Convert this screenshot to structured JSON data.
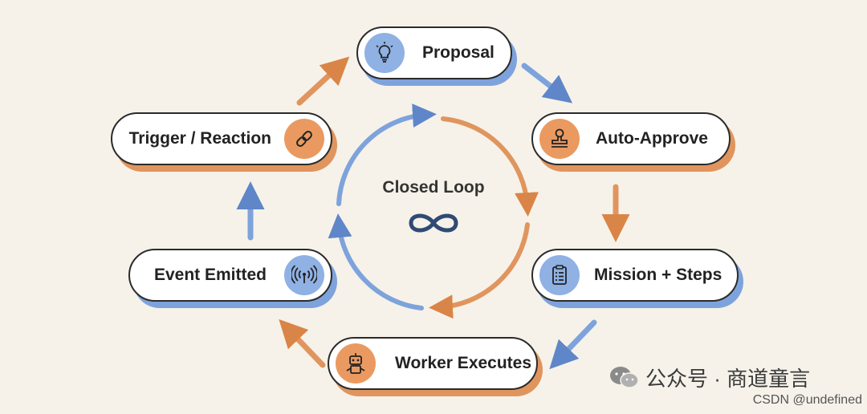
{
  "diagram": {
    "center_label": "Closed Loop",
    "center_icon": "infinity-icon",
    "nodes": [
      {
        "label": "Proposal",
        "icon": "lightbulb-icon",
        "color": "#8fb1e3"
      },
      {
        "label": "Auto-Approve",
        "icon": "stamp-icon",
        "color": "#ea9a60"
      },
      {
        "label": "Mission + Steps",
        "icon": "clipboard-checklist-icon",
        "color": "#8fb1e3"
      },
      {
        "label": "Worker Executes",
        "icon": "robot-icon",
        "color": "#ea9a60"
      },
      {
        "label": "Event Emitted",
        "icon": "broadcast-signal-icon",
        "color": "#8fb1e3"
      },
      {
        "label": "Trigger / Reaction",
        "icon": "link-chain-icon",
        "color": "#ea9a60"
      }
    ],
    "colors": {
      "blue": "#7ea3dc",
      "orange": "#e0955e",
      "background": "#f6f2e9"
    }
  },
  "watermark": {
    "main": "公众号 · 商道童言",
    "sub": "CSDN @undefined",
    "icon": "wechat-icon"
  }
}
